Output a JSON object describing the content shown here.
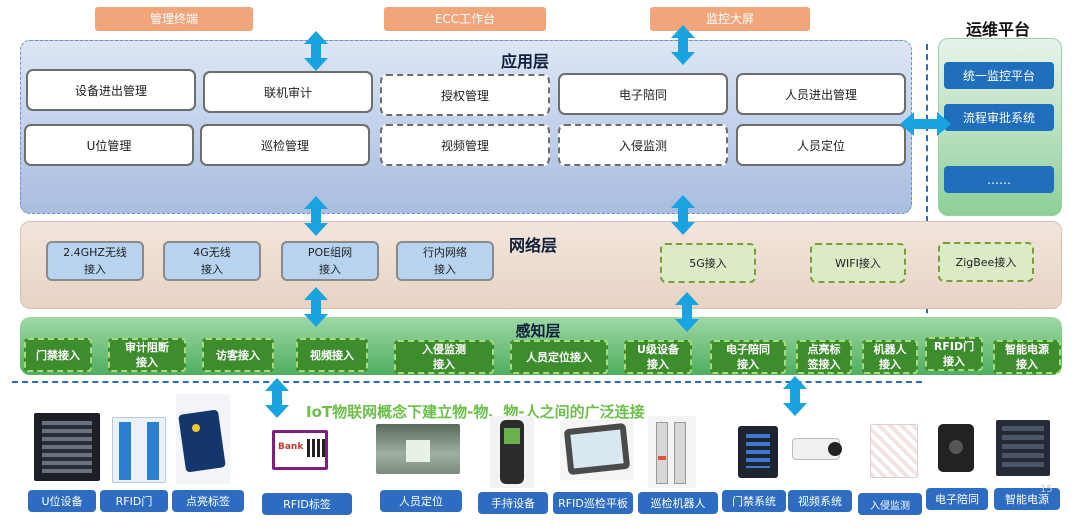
{
  "top_buttons": [
    "管理终端",
    "ECC工作台",
    "监控大屏"
  ],
  "layers": {
    "app": {
      "title": "应用层",
      "boxes": [
        {
          "label": "设备进出管理",
          "dashed": false
        },
        {
          "label": "联机审计",
          "dashed": false
        },
        {
          "label": "授权管理",
          "dashed": true
        },
        {
          "label": "电子陪同",
          "dashed": false
        },
        {
          "label": "人员进出管理",
          "dashed": false
        },
        {
          "label": "U位管理",
          "dashed": false
        },
        {
          "label": "巡检管理",
          "dashed": false
        },
        {
          "label": "视频管理",
          "dashed": true
        },
        {
          "label": "入侵监测",
          "dashed": true
        },
        {
          "label": "人员定位",
          "dashed": false
        }
      ]
    },
    "network": {
      "title": "网络层",
      "blue_boxes": [
        {
          "line1": "2.4GHZ无线",
          "line2": "接入"
        },
        {
          "line1": "4G无线",
          "line2": "接入"
        },
        {
          "line1": "POE组网",
          "line2": "接入"
        },
        {
          "line1": "行内网络",
          "line2": "接入"
        }
      ],
      "green_boxes": [
        "5G接入",
        "WIFI接入",
        "ZigBee接入"
      ]
    },
    "sensing": {
      "title": "感知层",
      "boxes": [
        {
          "line1": "门禁接入",
          "line2": ""
        },
        {
          "line1": "审计阻断",
          "line2": "接入"
        },
        {
          "line1": "访客接入",
          "line2": ""
        },
        {
          "line1": "视频接入",
          "line2": ""
        },
        {
          "line1": "入侵监测",
          "line2": "接入"
        },
        {
          "line1": "人员定位接入",
          "line2": ""
        },
        {
          "line1": "U级设备",
          "line2": "接入"
        },
        {
          "line1": "电子陪同",
          "line2": "接入"
        },
        {
          "line1": "点亮标",
          "line2": "签接入"
        },
        {
          "line1": "机器人",
          "line2": "接入"
        },
        {
          "line1": "RFID门",
          "line2": "接入"
        },
        {
          "line1": "智能电源",
          "line2": "接入"
        }
      ]
    }
  },
  "ops_platform": {
    "title": "运维平台",
    "buttons": [
      "统一监控平台",
      "流程审批系统",
      "……"
    ]
  },
  "iot_caption": "IoT物联网概念下建立物-物、物-人之间的广泛连接",
  "devices": [
    "U位设备",
    "RFID门",
    "点亮标签",
    "RFID标签",
    "人员定位",
    "手持设备",
    "RFID巡检平板",
    "巡检机器人",
    "门禁系统",
    "视频系统",
    "入侵监测",
    "电子陪同",
    "智能电源"
  ],
  "rfid_tag_logo_text": "Bank",
  "page_number": "15",
  "colors": {
    "arrow": "#19a3e0",
    "top_button": "#f0a57a",
    "ops_button": "#1f6fbd",
    "device_label": "#2d6cc0",
    "sensing_box": "#3d8c2d",
    "iot_text": "#6cc04a"
  }
}
